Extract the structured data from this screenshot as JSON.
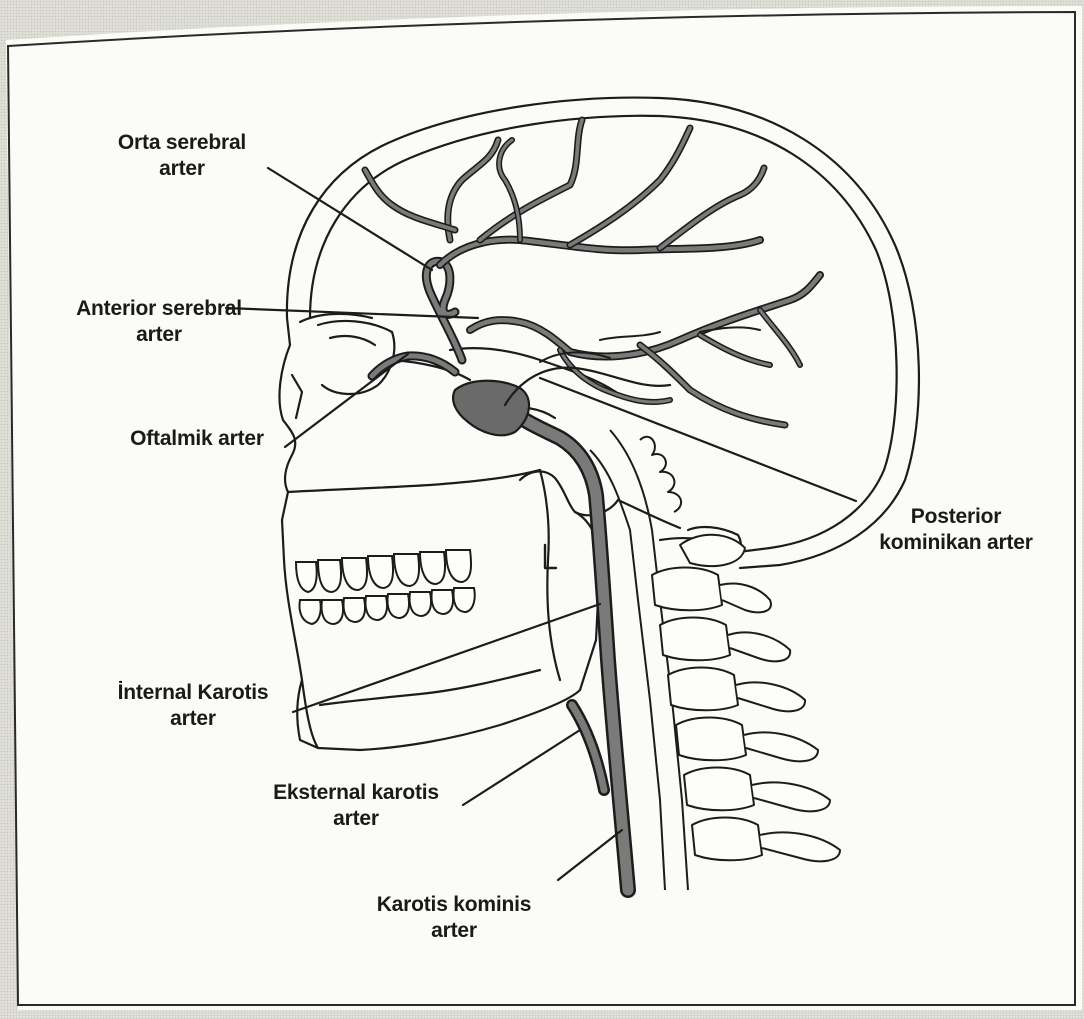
{
  "colors": {
    "paper": "#fbfbf7",
    "line": "#1c1c1c",
    "artery": "#6e6e6e",
    "artery_dark": "#4a4a4a",
    "sinus": "#7a7a7a"
  },
  "labels": {
    "orta_serebral": {
      "line1": "Orta serebral",
      "line2": "arter"
    },
    "anterior_serebral": {
      "line1": "Anterior serebral",
      "line2": "arter"
    },
    "oftalmik": {
      "line1": "Oftalmik arter"
    },
    "posterior_kominikan": {
      "line1": "Posterior",
      "line2": "kominikan arter"
    },
    "internal_karotis": {
      "line1": "İnternal Karotis",
      "line2": "arter"
    },
    "eksternal_karotis": {
      "line1": "Eksternal karotis",
      "line2": "arter"
    },
    "karotis_kominis": {
      "line1": "Karotis kominis",
      "line2": "arter"
    }
  },
  "icons": {
    "skull": "skull-illustration",
    "cervical_spine": "cervical-vertebrae-illustration",
    "arteries": "cerebral-arteries-illustration"
  }
}
